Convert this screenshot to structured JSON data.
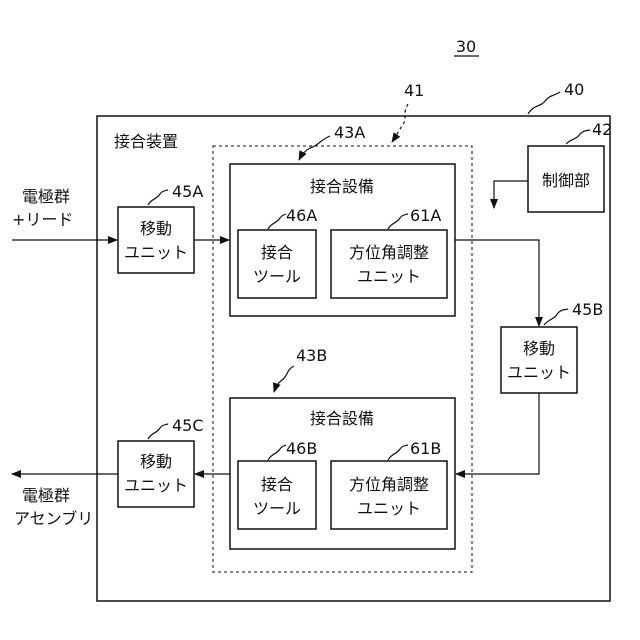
{
  "figure_number": "30",
  "apparatus": {
    "ref": "40",
    "label": "接合装置"
  },
  "equipment_group": {
    "ref": "41"
  },
  "control": {
    "ref": "42",
    "label": "制御部"
  },
  "equipment_a": {
    "ref": "43A",
    "label": "接合設備",
    "tool": {
      "ref": "46A",
      "line1": "接合",
      "line2": "ツール"
    },
    "azimuth": {
      "ref": "61A",
      "line1": "方位角調整",
      "line2": "ユニット"
    }
  },
  "equipment_b": {
    "ref": "43B",
    "label": "接合設備",
    "tool": {
      "ref": "46B",
      "line1": "接合",
      "line2": "ツール"
    },
    "azimuth": {
      "ref": "61B",
      "line1": "方位角調整",
      "line2": "ユニット"
    }
  },
  "move_a": {
    "ref": "45A",
    "line1": "移動",
    "line2": "ユニット"
  },
  "move_b": {
    "ref": "45B",
    "line1": "移動",
    "line2": "ユニット"
  },
  "move_c": {
    "ref": "45C",
    "line1": "移動",
    "line2": "ユニット"
  },
  "input": {
    "line1": "電極群",
    "line2": "+リード"
  },
  "output": {
    "line1": "電極群",
    "line2": "アセンブリ"
  }
}
